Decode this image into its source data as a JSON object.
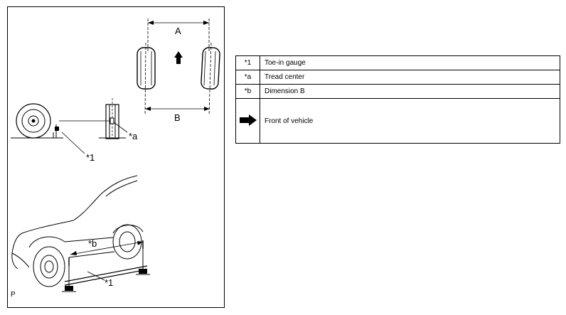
{
  "figure": {
    "dimension_a": "A",
    "dimension_b": "B",
    "callout_1_top": "*1",
    "callout_a": "*a",
    "callout_b": "*b",
    "callout_1_bottom": "*1",
    "corner_label": "P"
  },
  "legend": {
    "rows": [
      {
        "key": "*1",
        "description": "Toe-in gauge"
      },
      {
        "key": "*a",
        "description": "Tread center"
      },
      {
        "key": "*b",
        "description": "Dimension B"
      },
      {
        "key_icon": "arrow-right-icon",
        "description": "Front of vehicle"
      }
    ]
  }
}
